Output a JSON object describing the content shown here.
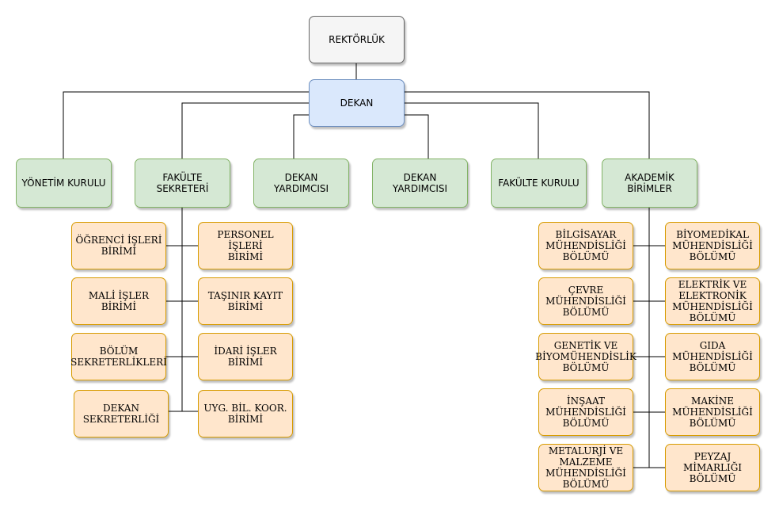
{
  "nodes": {
    "rektorluk": "REKTÖRLÜK",
    "dekan": "DEKAN",
    "yonetim_kurulu": "YÖNETİM KURULU",
    "fakulte_sekreteri": "FAKÜLTE\nSEKRETERİ",
    "dekan_yardimcisi_1": "DEKAN\nYARDIMCISI",
    "dekan_yardimcisi_2": "DEKAN\nYARDIMCISI",
    "fakulte_kurulu": "FAKÜLTE KURULU",
    "akademik_birimler": "AKADEMİK\nBİRİMLER",
    "ogrenci_isleri": "ÖĞRENCİ İŞLERİ\nBİRİMİ",
    "personel_isleri": "PERSONEL İŞLERİ\nBİRİMİ",
    "mali_isler": "MALİ İŞLER BİRİMİ",
    "tasinir_kayit": "TAŞINIR KAYIT\nBİRİMİ",
    "bolum_sekreterlikleri": "BÖLÜM\nSEKRETERLİKLERİ",
    "idari_isler": "İDARİ İŞLER\nBİRİMİ",
    "dekan_sekreterligi": "DEKAN\nSEKRETERLİĞİ",
    "uyg_bil_koor": "UYG. BİL. KOOR.\nBİRİMİ",
    "bilgisayar": "BİLGİSAYAR\nMÜHENDİSLİĞİ\nBÖLÜMÜ",
    "biyomedikal": "BİYOMEDİKAL\nMÜHENDİSLİĞİ\nBÖLÜMÜ",
    "cevre": "ÇEVRE\nMÜHENDİSLİĞİ\nBÖLÜMÜ",
    "elektrik": "ELEKTRİK VE\nELEKTRONİK\nMÜHENDİSLİĞİ\nBÖLÜMÜ",
    "genetik": "GENETİK VE\nBİYOMÜHENDİSLİK\nBÖLÜMÜ",
    "gida": "GIDA\nMÜHENDİSLİĞİ\nBÖLÜMÜ",
    "insaat": "İNŞAAT\nMÜHENDİSLİĞİ\nBÖLÜMÜ",
    "makine": "MAKİNE\nMÜHENDİSLİĞİ\nBÖLÜMÜ",
    "metalurji": "METALURJİ VE\nMALZEME\nMÜHENDİSLİĞİ\nBÖLÜMÜ",
    "peyzaj": "PEYZAJ MİMARLIĞI\nBÖLÜMÜ"
  },
  "colors": {
    "top_fill": "#f5f5f5",
    "dean_fill": "#dae8fc",
    "green_fill": "#d5e8d4",
    "orange_fill": "#ffe6cc",
    "line": "#000000"
  }
}
